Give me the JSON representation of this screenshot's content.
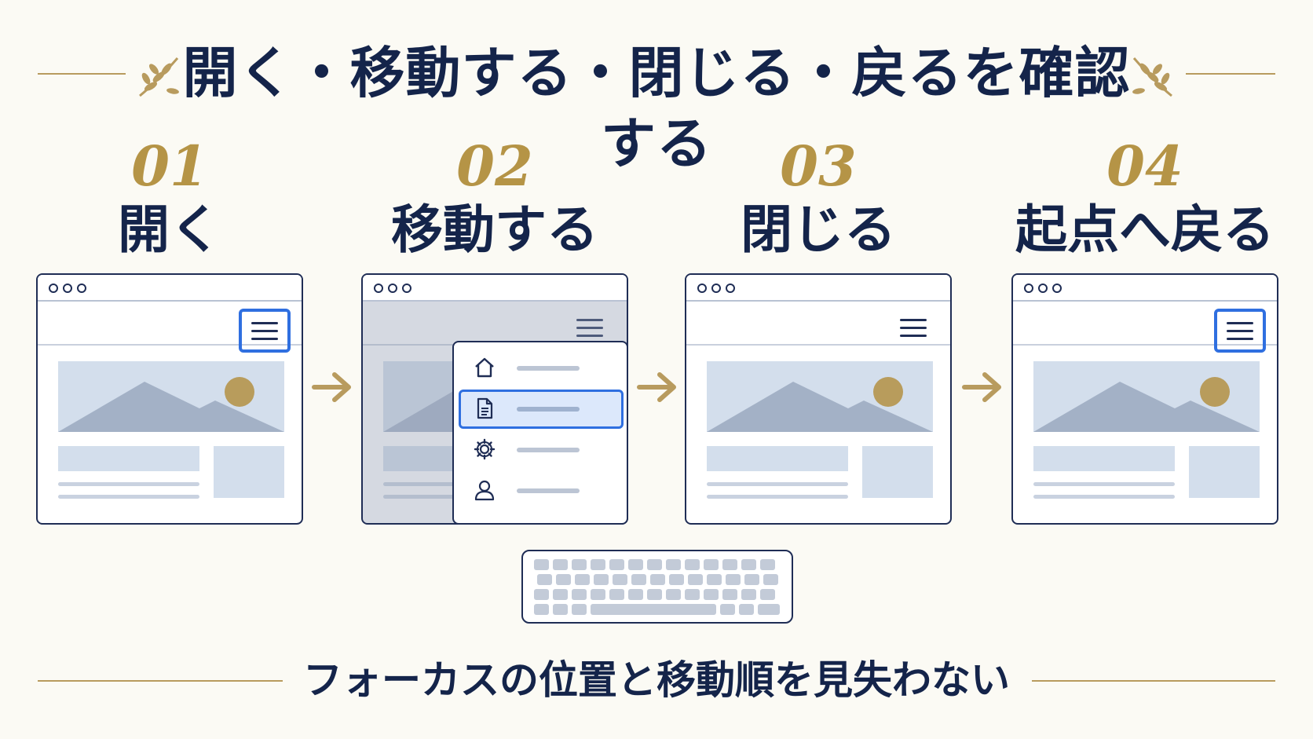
{
  "title": "開く・移動する・閉じる・戻るを確認する",
  "steps": [
    {
      "number": "01",
      "label": "開く"
    },
    {
      "number": "02",
      "label": "移動する"
    },
    {
      "number": "03",
      "label": "閉じる"
    },
    {
      "number": "04",
      "label": "起点へ戻る"
    }
  ],
  "footer": "フォーカスの位置と移動順を見失わない",
  "menu_icons": [
    "home-icon",
    "document-icon",
    "gear-icon",
    "user-icon"
  ],
  "colors": {
    "navy": "#14244a",
    "gold": "#b59446",
    "focus_blue": "#2f6fe0",
    "placeholder": "#d3deec",
    "background": "#fbfaf4"
  }
}
